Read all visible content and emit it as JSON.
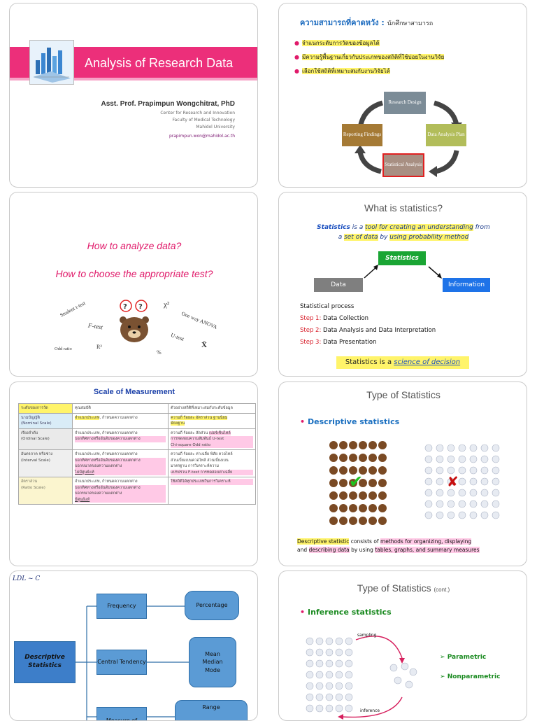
{
  "slide1": {
    "title": "Analysis of Research Data",
    "author": "Asst. Prof. Prapimpun Wongchitrat, PhD",
    "affiliation": [
      "Center for Research and Innovation",
      "Faculty of Medical Technology",
      "Mahidol University"
    ],
    "email": "prapimpun.won@mahidol.ac.th",
    "colors": {
      "band": "#ec2f7a"
    }
  },
  "slide2": {
    "heading": "ความสามารถที่คาดหวัง :",
    "heading_sub": "นักศึกษาสามารถ",
    "bullets": [
      "จำแนกระดับการวัดของข้อมูลได้",
      "มีความรู้พื้นฐานเกี่ยวกับประเภทของสถิติที่ใช้บ่อยในงานวิจัย",
      "เลือกใช้สถิติที่เหมาะสมกับงานวิจัยได้"
    ],
    "cycle": {
      "top": "Research Design",
      "right": "Data Analysis Plan",
      "bottom": "Statistical Analysis",
      "left": "Reporting Findings"
    }
  },
  "slide3": {
    "q1": "How to analyze data?",
    "q2": "How to choose the appropriate test?",
    "terms": {
      "ttest": "Student t-test",
      "ftest": "F-test",
      "odd": "Odd ratio",
      "r2": "R²",
      "chi": "χ²",
      "anova": "One way ANOVA",
      "utest": "U-test",
      "pct": "%",
      "xbar": "X̄"
    }
  },
  "slide4": {
    "title": "What is statistics?",
    "def_a": "Statistics",
    "def_b": " is a ",
    "def_c": "tool for creating an understanding",
    "def_d": " from",
    "def_e": "a ",
    "def_f": "set of data",
    "def_g": " by ",
    "def_h": "using probability method",
    "box_stats": "Statistics",
    "box_data": "Data",
    "box_info": "Information",
    "process_title": "Statistical process",
    "steps": [
      {
        "label": "Step 1:",
        "text": " Data Collection"
      },
      {
        "label": "Step 2:",
        "text": " Data Analysis and Data Interpretation"
      },
      {
        "label": "Step 3:",
        "text": " Data Presentation"
      }
    ],
    "sci_a": "Statistics is a ",
    "sci_b": "science of decision",
    "colors": {
      "stats": "#1aa534",
      "data": "#7f7f7f",
      "info": "#1e73e8"
    }
  },
  "slide5": {
    "title": "Scale of Measurement",
    "headers": [
      "ระดับของการวัด",
      "คุณสมบัติ",
      "ตัวอย่างสถิติที่เหมาะสมกับระดับข้อมูล"
    ],
    "rows": [
      {
        "scale": "นามบัญญัติ",
        "scale_en": "(Nominal Scale)",
        "props": [
          "จำแนกประเภท",
          ", กำหนดความแตกต่าง"
        ],
        "stats": [
          "ความถี่ ร้อยละ อัตราส่วน ฐานนิยม",
          "ฐานนิยม",
          "มัธยฐาน"
        ]
      },
      {
        "scale": "เรียงลำดับ",
        "scale_en": "(Ordinal Scale)",
        "props": [
          "จำแนกประเภท, กำหนดความแตกต่าง",
          "บอกทิศทางหรืออันดับของความแตกต่าง"
        ],
        "stats": [
          "ความถี่ ร้อยละ สัดส่วน ",
          "เปอร์เซ็นไทล์",
          "การทดสอบความสัมพันธ์ U-test",
          "Chi-square Odd ratio"
        ]
      },
      {
        "scale": "อันตรภาค หรือช่วง",
        "scale_en": "(Interval Scale)",
        "props": [
          "จำแนกประเภท, กำหนดความแตกต่าง",
          "บอกทิศทางหรืออันดับของความแตกต่าง",
          "บอกขนาดของความแตกต่าง",
          "ไม่มีศูนย์แท้"
        ],
        "stats": [
          "ความถี่ ร้อยละ ค่าเฉลี่ย พิสัย ควอไทล์",
          "ส่วนเบี่ยงเบนควอไทล์ ส่วนเบี่ยงเบน",
          "มาตรฐาน การวิเคราะห์ความ",
          "แปรปรวน F-test การทดสอบค่าเฉลี่ย"
        ]
      },
      {
        "scale": "อัตราส่วน",
        "scale_en": "(Ratio Scale)",
        "props": [
          "จำแนกประเภท, กำหนดความแตกต่าง",
          "บอกทิศทางหรืออันดับของความแตกต่าง",
          "บอกขนาดของความแตกต่าง",
          "มีศูนย์แท้"
        ],
        "stats": [
          "ใช้สถิติได้ทุกประเภทในการวิเคราะห์"
        ]
      }
    ]
  },
  "slide6": {
    "title": "Type of Statistics",
    "subtitle": "Descriptive statistics",
    "txt_a": "Descriptive statistic",
    "txt_b": " consists of ",
    "txt_c": "methods for organizing, displaying",
    "txt_d": "and ",
    "txt_e": "describing data",
    "txt_f": " by using ",
    "txt_g": "tables, graphs, and summary measures",
    "check": "✔",
    "cross": "✘"
  },
  "slide7": {
    "main": "Descriptive Statistics",
    "frequency": "Frequency",
    "percentage": "Percentage",
    "central": "Central Tendency",
    "mmm": [
      "Mean",
      "Median",
      "Mode"
    ],
    "measure": "Measure of",
    "range": "Range",
    "note": "LDL ~ C"
  },
  "slide8": {
    "title": "Type of Statistics",
    "title_sub": "(cont.)",
    "subtitle": "Inference statistics",
    "sampling": "sampling",
    "inference": "inference",
    "opts": [
      "Parametric",
      "Nonparametric"
    ]
  }
}
